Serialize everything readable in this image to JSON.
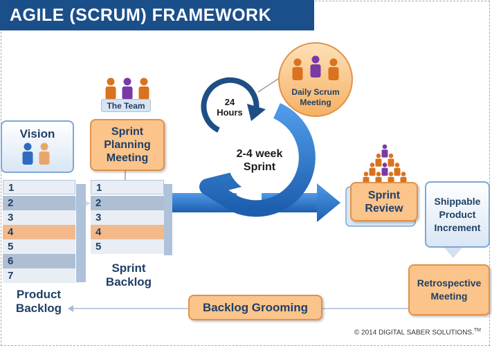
{
  "title": "AGILE (SCRUM) FRAMEWORK",
  "product_backlog": {
    "label_line1": "Product",
    "label_line2": "Backlog",
    "items": [
      "1",
      "2",
      "3",
      "4",
      "5",
      "6",
      "7"
    ]
  },
  "sprint_backlog": {
    "label_line1": "Sprint",
    "label_line2": "Backlog",
    "items": [
      "1",
      "2",
      "3",
      "4",
      "5"
    ]
  },
  "vision": {
    "label": "Vision"
  },
  "team": {
    "label": "The Team"
  },
  "sprint_planning": {
    "line1": "Sprint",
    "line2": "Planning",
    "line3": "Meeting"
  },
  "daily_scrum": {
    "hours_num": "24",
    "hours_text": "Hours",
    "line1": "Daily Scrum",
    "line2": "Meeting"
  },
  "sprint": {
    "line1": "2-4 week",
    "line2": "Sprint"
  },
  "sprint_review": {
    "line1": "Sprint",
    "line2": "Review"
  },
  "increment": {
    "line1": "Shippable",
    "line2": "Product",
    "line3": "Increment"
  },
  "retrospective": {
    "line1": "Retrospective",
    "line2": "Meeting"
  },
  "grooming": {
    "label": "Backlog Grooming"
  },
  "copyright": "© 2014 DIGITAL SABER SOLUTIONS.",
  "copyright_tm": "TM",
  "colors": {
    "navy": "#1b4f8a",
    "orange": "#fbc48a",
    "orange_border": "#e0924a",
    "blue_arrow": "#2f7ad6",
    "purple_person": "#7a3aa6"
  }
}
